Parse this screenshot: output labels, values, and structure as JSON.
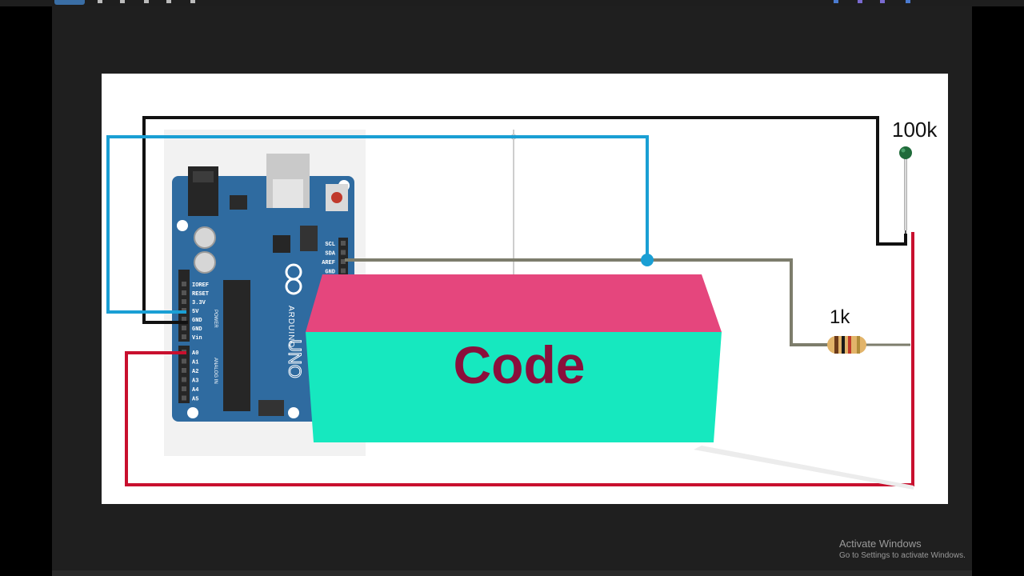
{
  "diagram": {
    "code_block_label": "Code",
    "thermistor_label": "100k",
    "resistor_label": "1k",
    "board": {
      "brand": "ARDUINO",
      "model": "UNO",
      "power_pins": [
        "IOREF",
        "RESET",
        "3.3V",
        "5V",
        "GND",
        "GND",
        "Vin"
      ],
      "analog_pins": [
        "A0",
        "A1",
        "A2",
        "A3",
        "A4",
        "A5"
      ],
      "power_group_label": "POWER",
      "analog_group_label": "ANALOG IN",
      "digital_pins": [
        "SCL",
        "SDA",
        "AREF",
        "GND"
      ]
    },
    "wire_colors": {
      "ground": "#111111",
      "power_5v": "#1a9fd4",
      "analog_a0": "#c8102e",
      "signal": "#7d7d6c"
    },
    "block_colors": {
      "top": "#e5467d",
      "front": "#16e8bf",
      "text": "#8a0f3c"
    }
  },
  "watermark": {
    "title": "Activate Windows",
    "subtitle": "Go to Settings to activate Windows."
  }
}
